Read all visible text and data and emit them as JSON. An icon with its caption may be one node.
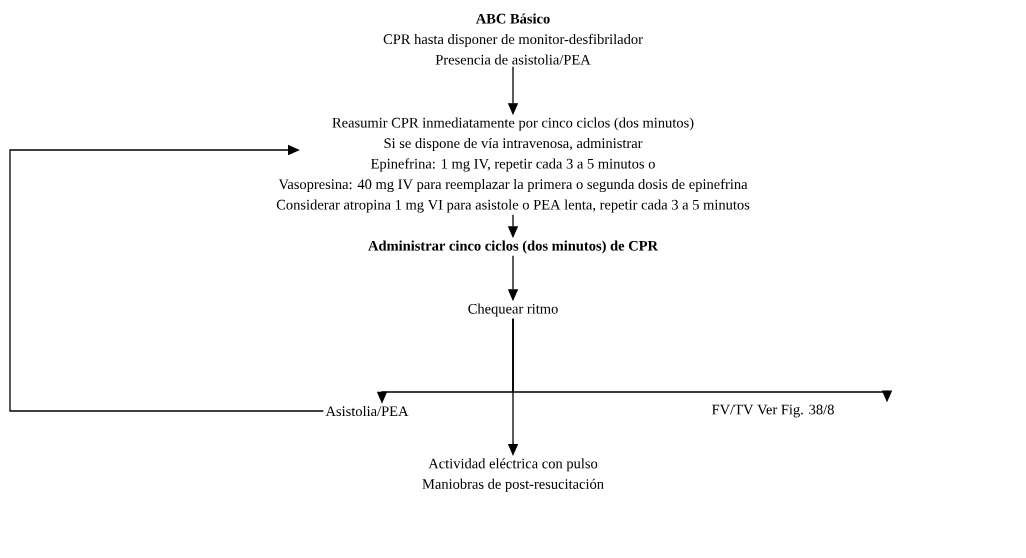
{
  "diagram": {
    "nodes": [
      {
        "text": [
          "ABC Básico",
          "CPR hasta disponer de monitor-desfibrilador",
          "Presencia de asistolia/PEA"
        ]
      },
      {
        "text": [
          "Reasumir CPR inmediatamente por cinco ciclos (dos minutos)",
          "Si se dispone de vía intravenosa, administrar",
          "Epinefrina: 1 mg IV, repetir cada 3 a 5 minutos o",
          "Vasopresina: 40 mg IV para reemplazar la primera o segunda dosis de epinefrina",
          "Considerar atropina 1 mg VI para asistole o PEA lenta, repetir cada 3 a 5 minutos"
        ]
      },
      {
        "text": [
          "Administrar cinco ciclos (dos minutos) de CPR"
        ]
      },
      {
        "text": [
          "Chequear ritmo"
        ]
      },
      {
        "text": [
          "Asistolia/PEA"
        ]
      },
      {
        "text": [
          "FV/TV Ver Fig. 38/8"
        ]
      },
      {
        "text": [
          "Actividad eléctrica con pulso",
          "Maniobras de post-resucitación"
        ]
      }
    ],
    "edges": [
      {
        "from": 0,
        "to": 1,
        "arrow": "to"
      },
      {
        "from": 1,
        "to": 2,
        "arrow": "to"
      },
      {
        "from": 2,
        "to": 3,
        "arrow": "to"
      },
      {
        "from": 3,
        "to": 4,
        "arrow": "to"
      },
      {
        "from": 3,
        "to": 5,
        "arrow": "to"
      },
      {
        "from": 3,
        "to": 6,
        "arrow": "to"
      },
      {
        "from": 4,
        "to": 1,
        "arrow": "to"
      }
    ]
  }
}
